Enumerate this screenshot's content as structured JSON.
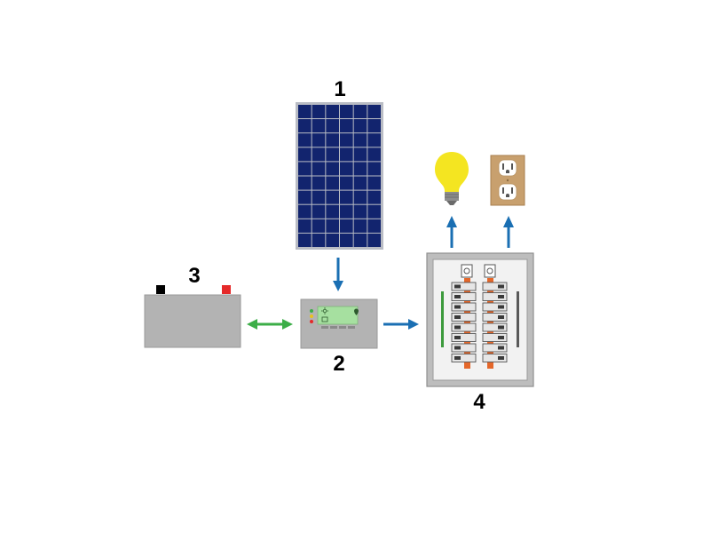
{
  "labels": {
    "solar_panel": "1",
    "charge_controller": "2",
    "battery": "3",
    "breaker_panel": "4"
  },
  "components": {
    "solar_panel": {
      "frame_color": "#b9bcc4",
      "cell_color": "#12246e"
    },
    "battery": {
      "body_color": "#b3b3b3",
      "negative_terminal_color": "#000000",
      "positive_terminal_color": "#e52a2a"
    },
    "charge_controller": {
      "body_color": "#b3b3b3",
      "screen_color": "#a6e0a0"
    },
    "breaker_panel": {
      "frame_color": "#bdbdbd",
      "bus_color": "#e4672a",
      "rail_color": "#3c9a3c"
    },
    "light_bulb": {
      "glass_color": "#f4e521",
      "base_color": "#8d8d8d"
    },
    "outlet": {
      "plate_color": "#c8a06e"
    }
  },
  "arrows": {
    "flow_color": "#1a6fb3",
    "bidirectional_color": "#3cae48"
  }
}
